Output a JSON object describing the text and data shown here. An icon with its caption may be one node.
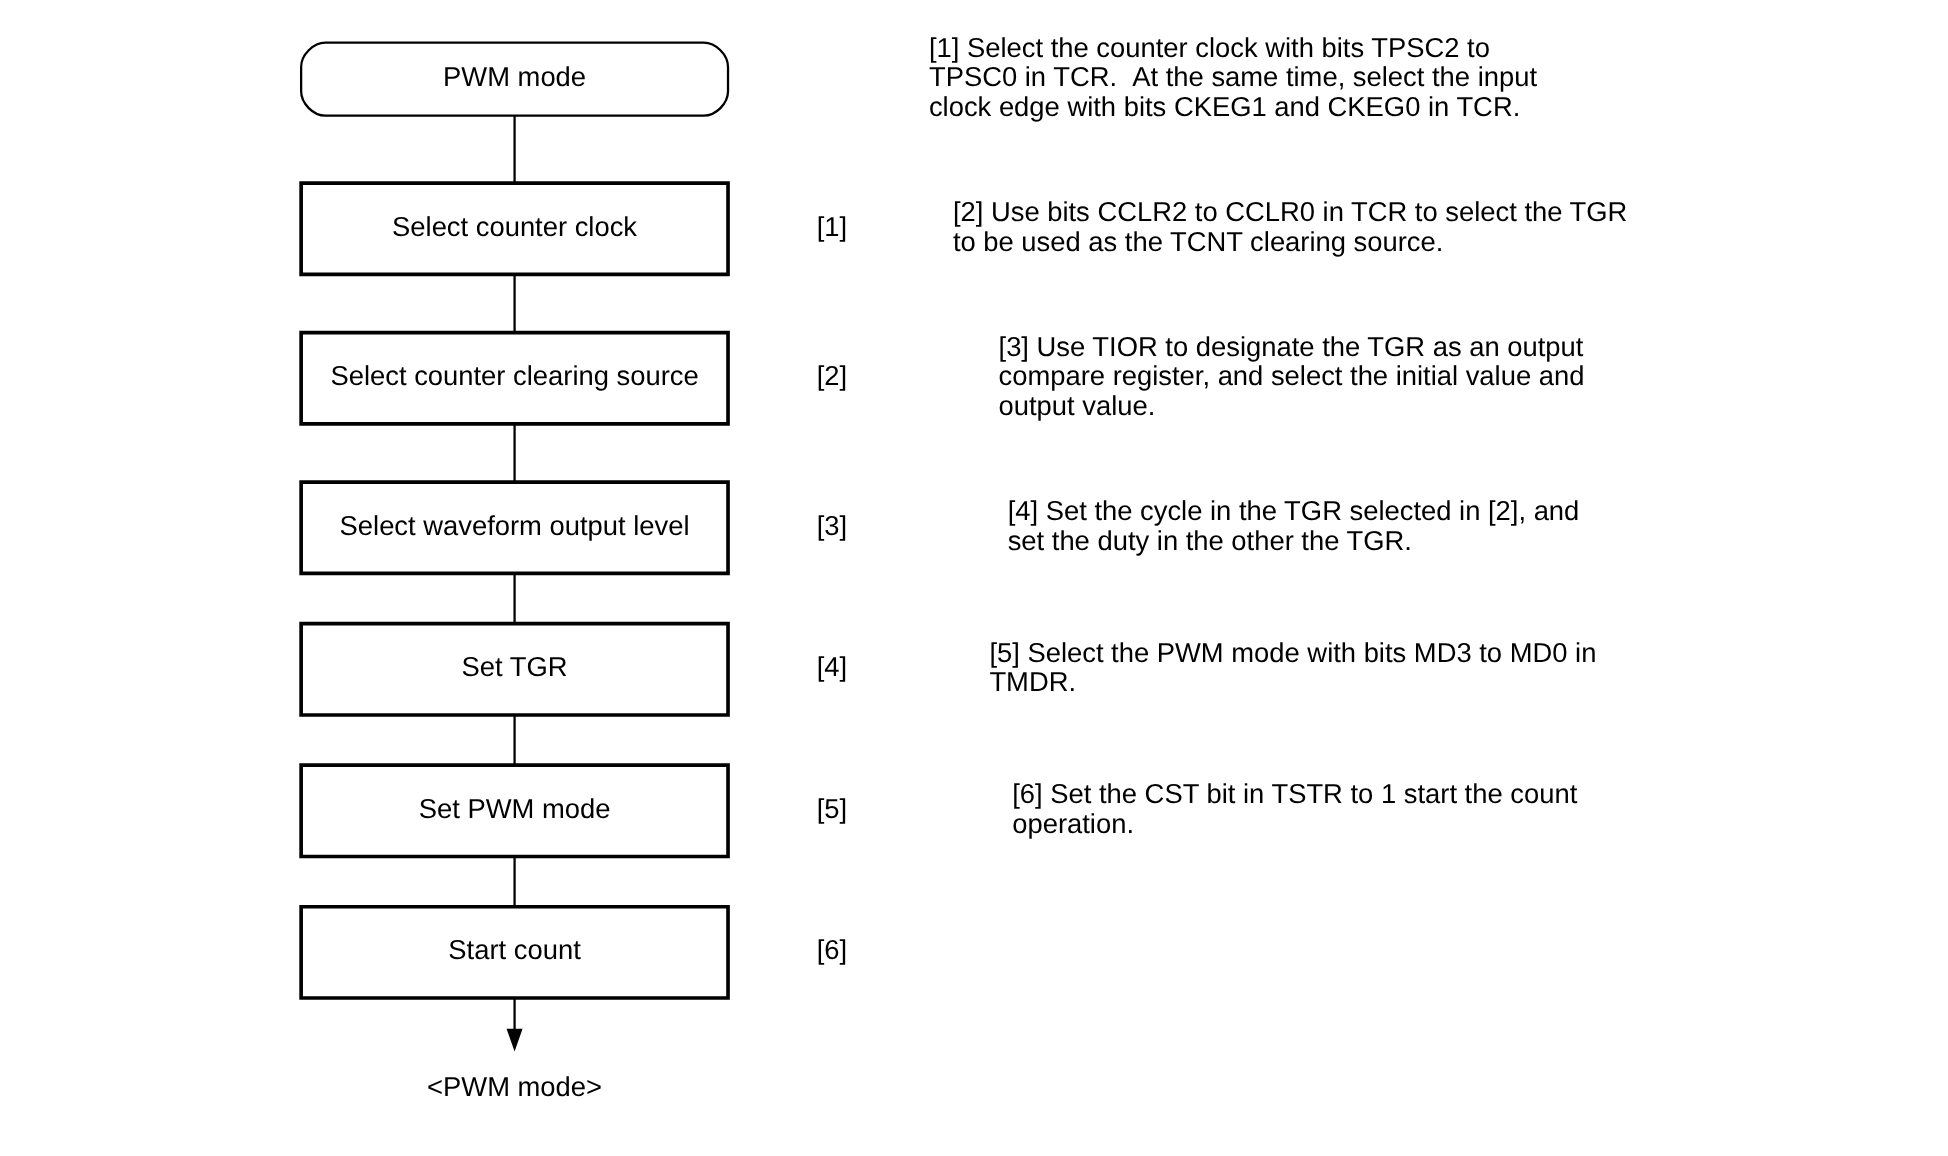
{
  "diagram": {
    "nodes": [
      {
        "text": [
          "PWM mode"
        ]
      },
      {
        "text": [
          "Select counter clock"
        ],
        "beside": [
          "[1]"
        ]
      },
      {
        "text": [
          "Select counter clearing source"
        ],
        "beside": [
          "[2]"
        ]
      },
      {
        "text": [
          "Select waveform output level"
        ],
        "beside": [
          "[3]"
        ]
      },
      {
        "text": [
          "Set TGR"
        ],
        "beside": [
          "[4]"
        ]
      },
      {
        "text": [
          "Set PWM mode"
        ],
        "beside": [
          "[5]"
        ]
      },
      {
        "text": [
          "Start count"
        ],
        "beside": [
          "[6]"
        ]
      },
      {
        "text": [
          "<PWM mode>"
        ]
      }
    ],
    "edges": [
      {
        "from": 0,
        "to": 1,
        "arrow": "none"
      },
      {
        "from": 1,
        "to": 2,
        "arrow": "none"
      },
      {
        "from": 2,
        "to": 3,
        "arrow": "none"
      },
      {
        "from": 3,
        "to": 4,
        "arrow": "none"
      },
      {
        "from": 4,
        "to": 5,
        "arrow": "none"
      },
      {
        "from": 5,
        "to": 6,
        "arrow": "none"
      },
      {
        "from": 6,
        "to": 7,
        "arrow": "to"
      }
    ],
    "labels": [
      "[1] Select the counter clock with bits TPSC2 to TPSC0 in TCR.  At the same time, select the input clock edge with bits CKEG1 and CKEG0 in TCR.",
      "[2] Use bits CCLR2 to CCLR0 in TCR to select the TGR to be used as the TCNT clearing source.",
      "[3] Use TIOR to designate the TGR as an output compare register, and select the initial value and output value.",
      "[4] Set the cycle in the TGR selected in [2], and set the duty in the other the TGR.",
      "[5] Select the PWM mode with bits MD3 to MD0 in TMDR.",
      "[6] Set the CST bit in TSTR to 1 start the count operation."
    ]
  }
}
